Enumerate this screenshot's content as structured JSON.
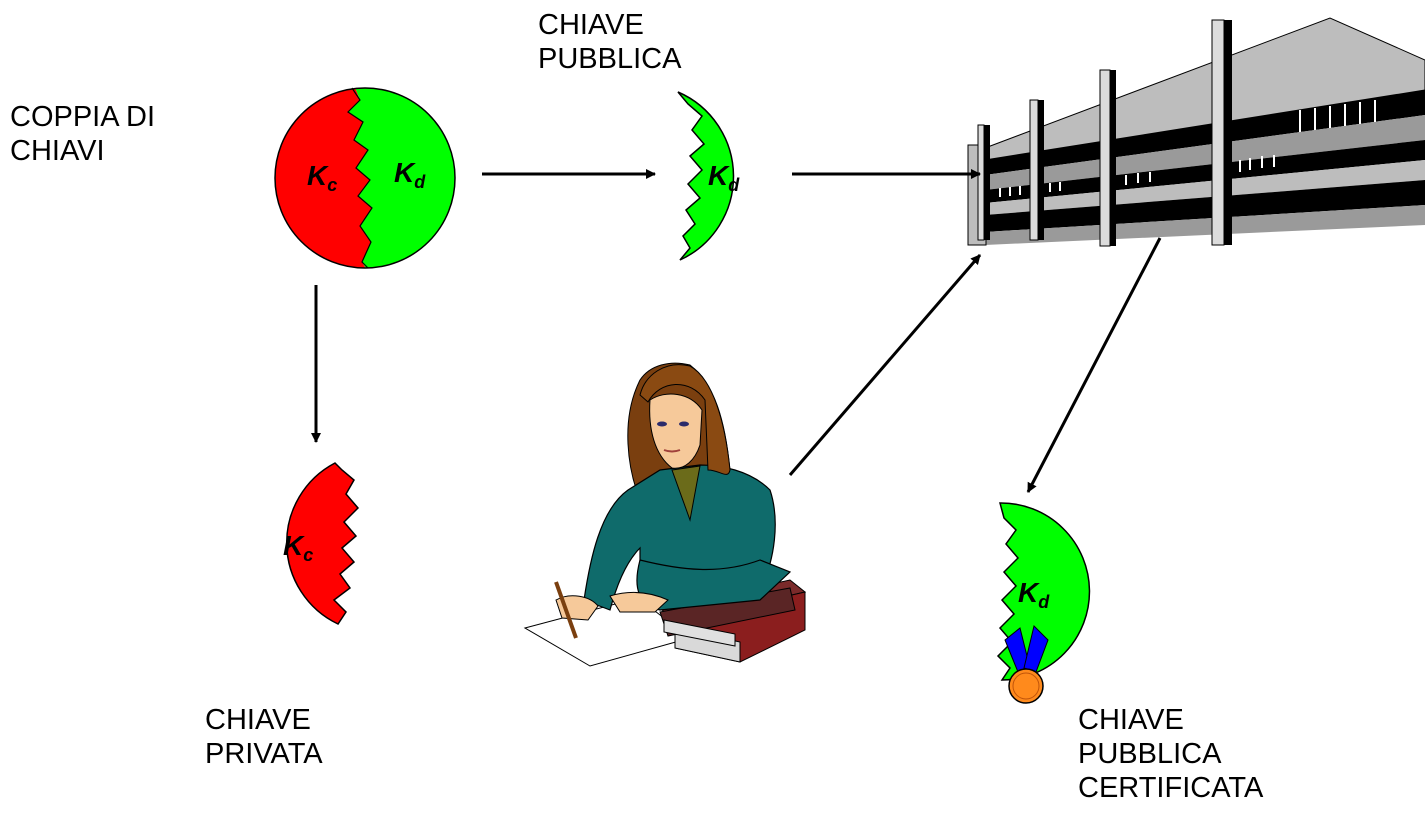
{
  "labels": {
    "key_pair": [
      "COPPIA DI",
      "CHIAVI"
    ],
    "public_key": [
      "CHIAVE",
      "PUBBLICA"
    ],
    "private_key": [
      "CHIAVE",
      "PRIVATA"
    ],
    "certified_public_key": [
      "CHIAVE",
      "PUBBLICA",
      "CERTIFICATA"
    ]
  },
  "keys": {
    "private_symbol": "K",
    "private_sub": "c",
    "public_symbol": "K",
    "public_sub": "d"
  },
  "colors": {
    "private_key": "#ff0000",
    "public_key": "#00ff00",
    "person_jacket": "#0f6b6b",
    "medal_ribbon": "#0000ff",
    "medal": "#ff8a1c"
  }
}
